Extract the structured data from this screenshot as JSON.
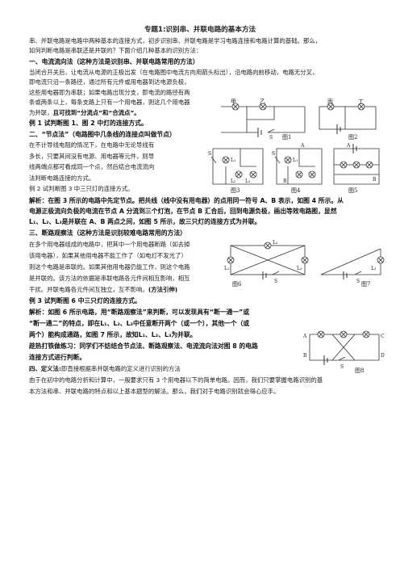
{
  "title": "专题1:识别串、并联电路的基本方法",
  "intro": [
    "串、并联电路是电路中两种基本的连接方式，初步识别串、并联电路是学习电路连接和电路计算的基础。那么，",
    "如何判断电路是串联还是并联的？下面介绍几种基本的识别方法："
  ],
  "s1": {
    "heading": "一、电流流向法（这种方法是识别串、并联电路常用的方法）",
    "lines": [
      "当闭合开关后，让电流从电源的正极出发（在电路图中电流方向用箭头标出），沿电路向前移动，电路无分叉，",
      "即电流只沿一条路径，通过所有元件或用电器到达电源负极，",
      "这些用电器即为串联；如果电路出现分支，即电流的路径有两",
      "条或两条以上，每条支路上只有一个用电器，则这几个用电器"
    ],
    "last_prefix": "为并联，",
    "last_bold": "且可找到“分流点”和“合流点”。",
    "example": "例 1  试判断图 1、图 2 中灯的连接方式。"
  },
  "s2": {
    "heading": "二、“节点法”（电路图中几条线的连接点叫做节点）",
    "lines": [
      "在不计导线电阻的情况下，在电路中无论导线有",
      "多长，只要其间没有电源、用电器等元件，则导",
      "线两端点都可看成同一个点，然后结合电流流向",
      "法判断电路连接的方式。"
    ],
    "example": "例 2  试判断图 3 中三只灯的连接方式。",
    "analysis": [
      "解析：在图 3 所示的电路中先定节点。把共线（线中没有用电器）的点用同一符号 A、B 表示，如图 4 所示。从",
      "电源正极流向负极的电流在节点 A 分流到三个灯泡，在节点 B 汇合后，回到电源负极，画出等效电路图，显然"
    ],
    "analysis_end": "是并联在 A、B 两点之间，如图 5 所示，故三只灯的连接方式为并联。"
  },
  "s3": {
    "heading": "三、断路观察法（这种方法是识别较难电路常用的方法）",
    "lines": [
      "在多个用电器组成的电路中，把其中一个用电器断路（如去掉",
      "该用电器），如果其他用电器不能工作了（如电灯不发光了）",
      "则这个电路是串联的。如果其他用电器仍能工作，则这个电路",
      "是并联的。该方法的依据是串联电路各元件间相互影响，相互"
    ],
    "last_prefix": "干扰。并联电路各元件间互独立，互不影响。",
    "last_bold": "(方法引伸)",
    "example": "例 3  试判断图 6 中三只灯的连接方式。",
    "analysis": [
      "解析：如图 6 所示电路，用“断路观察法”来判断，可以发现具有“断一通一”或",
      "“断一通二”的特点，即在",
      "中任意断开两个（或一个），其他一个（或",
      "两个）能构成通路，如图 7 所示，故知",
      "为并联。",
      "趁热打铁做练习：同学们不妨结合节点法、断路观察法、电流流向法对图 8 的电路",
      "连接方式进行判断。"
    ]
  },
  "s4": {
    "heading_bold": "四、定义法:",
    "heading_rest": "即直接根据串并联电路的定义进行识别的方法",
    "lines": [
      "由于在初中的电路分析和计算中，一般要求只有 3 个用电器以下的简单电路。因而，我们只要掌握电路识别的基",
      "本方法和串、并联电路的特点和以上基本题型的解法。那么，我们对于电路识别就会得心应手。"
    ]
  },
  "lamps": [
    "L₁",
    "L₂",
    "L₃"
  ],
  "figures": {
    "f1": "图1",
    "f2": "图2",
    "f3": "图3",
    "f4": "图4",
    "f5": "图5",
    "f6": "图6",
    "f7": "图7",
    "f8": "图8"
  },
  "fig_labels": {
    "jia": "甲",
    "yi": "乙",
    "bing": "丙",
    "ding": "丁",
    "S": "S",
    "A": "A",
    "B": "B",
    "C": "C",
    "D": "D"
  }
}
